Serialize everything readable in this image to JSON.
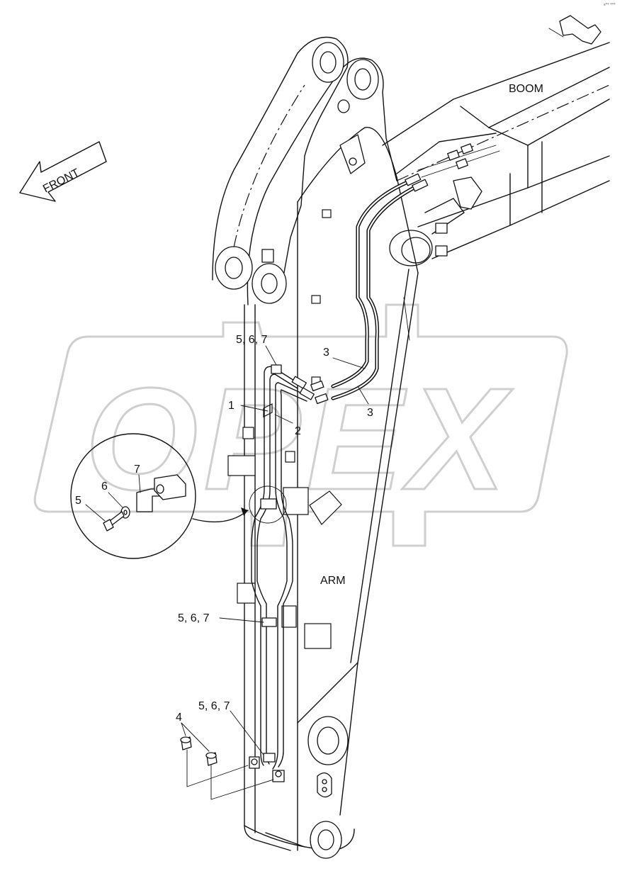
{
  "sheet_code": "s** ***",
  "labels": {
    "front": "FRONT",
    "boom": "BOOM",
    "arm": "ARM",
    "callout_567_a": "5, 6, 7",
    "callout_567_b": "5, 6, 7",
    "callout_567_c": "5, 6, 7",
    "callout_1": "1",
    "callout_2": "2",
    "callout_3_a": "3",
    "callout_3_b": "3",
    "callout_4": "4",
    "callout_5": "5",
    "callout_6": "6",
    "callout_7": "7"
  },
  "watermark": {
    "text": "OPEX"
  },
  "colors": {
    "line": "#111111",
    "watermark": "#cfcfcf",
    "background": "#ffffff"
  }
}
